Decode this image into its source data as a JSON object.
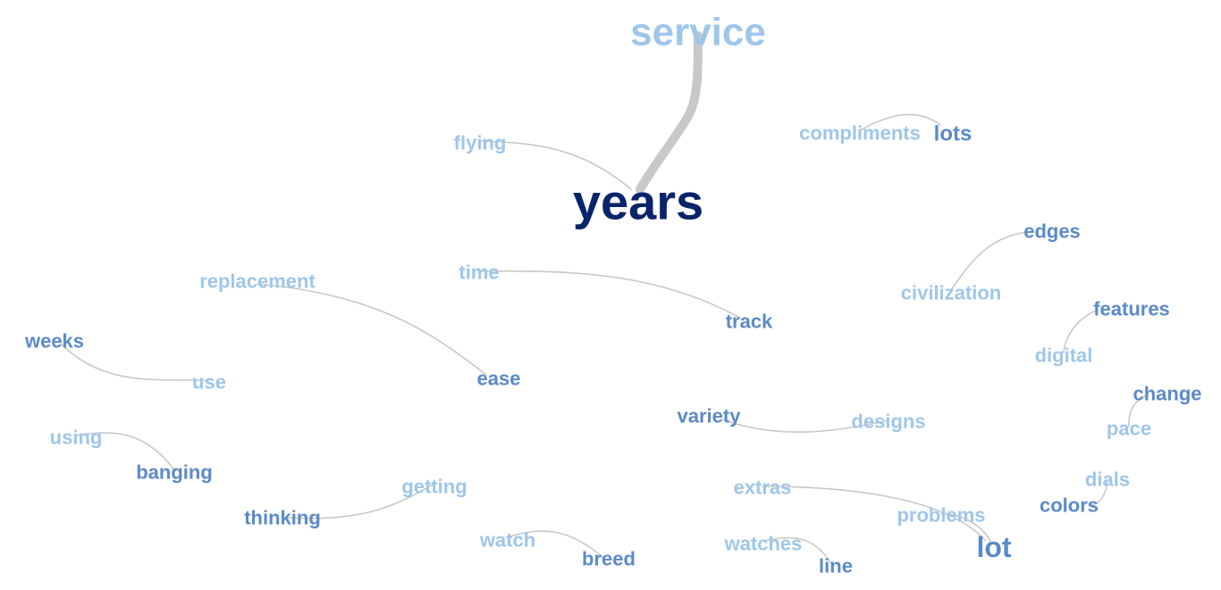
{
  "colors": {
    "dark": "#08246b",
    "mid": "#5b8ac8",
    "light": "#9ec6ea",
    "edge": "#c8c8c8"
  },
  "words": [
    {
      "id": "service",
      "text": "service",
      "tone": "light"
    },
    {
      "id": "years",
      "text": "years",
      "tone": "dark"
    },
    {
      "id": "flying",
      "text": "flying",
      "tone": "light"
    },
    {
      "id": "compliments",
      "text": "compliments",
      "tone": "light"
    },
    {
      "id": "lots",
      "text": "lots",
      "tone": "mid"
    },
    {
      "id": "edges",
      "text": "edges",
      "tone": "mid"
    },
    {
      "id": "civilization",
      "text": "civilization",
      "tone": "light"
    },
    {
      "id": "features",
      "text": "features",
      "tone": "mid"
    },
    {
      "id": "digital",
      "text": "digital",
      "tone": "light"
    },
    {
      "id": "change",
      "text": "change",
      "tone": "mid"
    },
    {
      "id": "pace",
      "text": "pace",
      "tone": "light"
    },
    {
      "id": "dials",
      "text": "dials",
      "tone": "light"
    },
    {
      "id": "colors",
      "text": "colors",
      "tone": "mid"
    },
    {
      "id": "replacement",
      "text": "replacement",
      "tone": "light"
    },
    {
      "id": "ease",
      "text": "ease",
      "tone": "mid"
    },
    {
      "id": "time",
      "text": "time",
      "tone": "light"
    },
    {
      "id": "track",
      "text": "track",
      "tone": "mid"
    },
    {
      "id": "weeks",
      "text": "weeks",
      "tone": "mid"
    },
    {
      "id": "use",
      "text": "use",
      "tone": "light"
    },
    {
      "id": "variety",
      "text": "variety",
      "tone": "mid"
    },
    {
      "id": "designs",
      "text": "designs",
      "tone": "light"
    },
    {
      "id": "using",
      "text": "using",
      "tone": "light"
    },
    {
      "id": "banging",
      "text": "banging",
      "tone": "mid"
    },
    {
      "id": "getting",
      "text": "getting",
      "tone": "light"
    },
    {
      "id": "thinking",
      "text": "thinking",
      "tone": "mid"
    },
    {
      "id": "extras",
      "text": "extras",
      "tone": "light"
    },
    {
      "id": "problems",
      "text": "problems",
      "tone": "light"
    },
    {
      "id": "lot",
      "text": "lot",
      "tone": "mid"
    },
    {
      "id": "watch",
      "text": "watch",
      "tone": "light"
    },
    {
      "id": "breed",
      "text": "breed",
      "tone": "mid"
    },
    {
      "id": "watches",
      "text": "watches",
      "tone": "light"
    },
    {
      "id": "line",
      "text": "line",
      "tone": "mid"
    }
  ],
  "links": [
    {
      "from": "service",
      "to": "years",
      "strength": 3
    },
    {
      "from": "flying",
      "to": "years",
      "strength": 1
    },
    {
      "from": "compliments",
      "to": "lots",
      "strength": 1
    },
    {
      "from": "civilization",
      "to": "edges",
      "strength": 1
    },
    {
      "from": "digital",
      "to": "features",
      "strength": 1
    },
    {
      "from": "pace",
      "to": "change",
      "strength": 1
    },
    {
      "from": "dials",
      "to": "colors",
      "strength": 1
    },
    {
      "from": "replacement",
      "to": "ease",
      "strength": 1
    },
    {
      "from": "time",
      "to": "track",
      "strength": 1
    },
    {
      "from": "use",
      "to": "weeks",
      "strength": 1
    },
    {
      "from": "designs",
      "to": "variety",
      "strength": 1
    },
    {
      "from": "using",
      "to": "banging",
      "strength": 1
    },
    {
      "from": "getting",
      "to": "thinking",
      "strength": 1
    },
    {
      "from": "extras",
      "to": "lot",
      "strength": 1
    },
    {
      "from": "problems",
      "to": "lot",
      "strength": 1
    },
    {
      "from": "watch",
      "to": "breed",
      "strength": 1
    },
    {
      "from": "watches",
      "to": "line",
      "strength": 1
    }
  ]
}
